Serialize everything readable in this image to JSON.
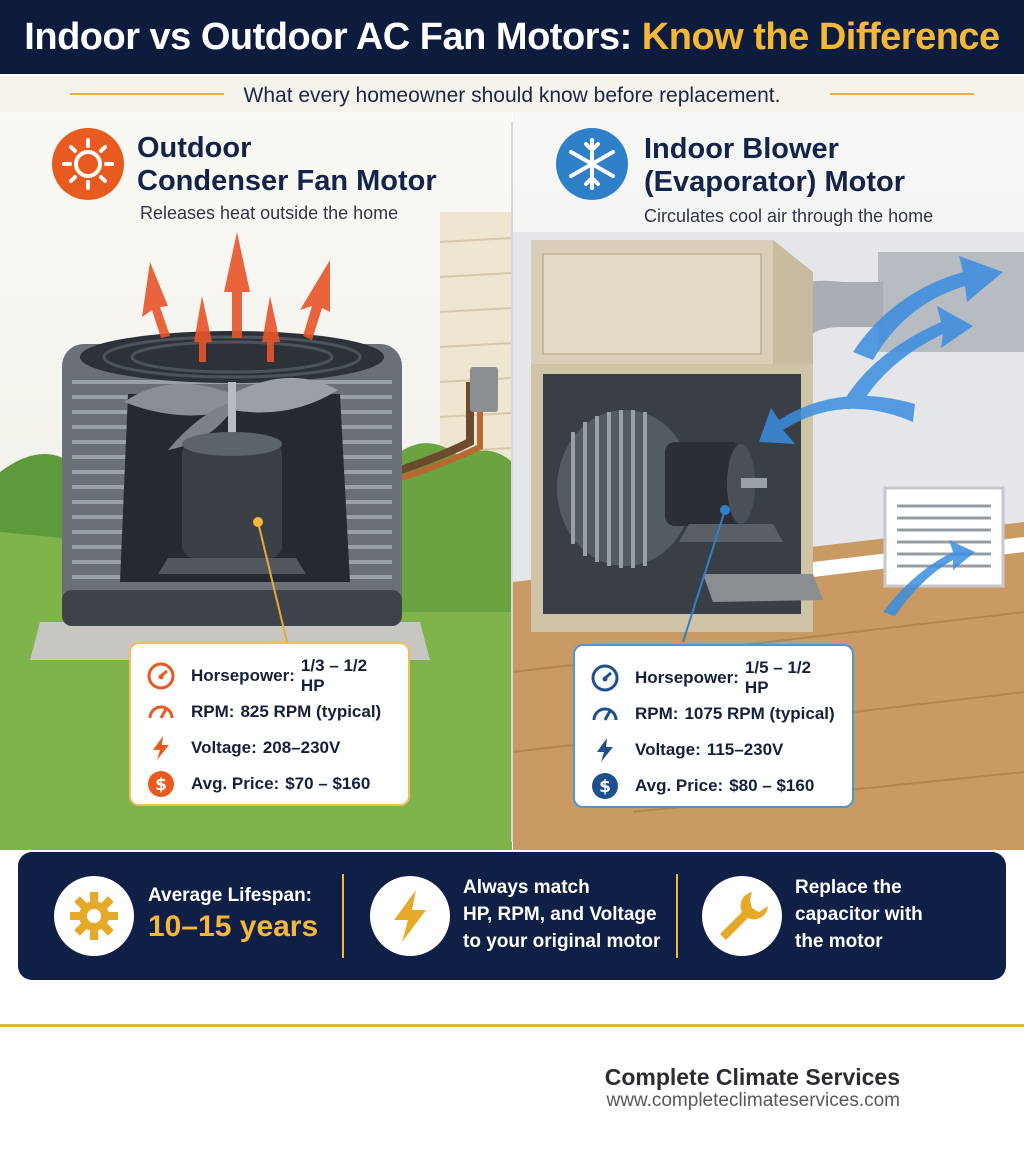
{
  "header": {
    "title_main": "Indoor vs Outdoor AC Fan Motors: ",
    "title_accent": "Know the Difference",
    "subtitle": "What every homeowner should know before replacement."
  },
  "outdoor": {
    "icon": "sun-icon",
    "title_line1": "Outdoor",
    "title_line2": "Condenser Fan Motor",
    "description": "Releases heat outside the home",
    "specs": [
      {
        "icon": "gauge-icon",
        "label": "Horsepower:",
        "value": "1/3 – 1/2 HP"
      },
      {
        "icon": "speedometer-icon",
        "label": "RPM:",
        "value": "825 RPM (typical)"
      },
      {
        "icon": "lightning-icon",
        "label": "Voltage:",
        "value": "208–230V"
      },
      {
        "icon": "dollar-icon",
        "label": "Avg. Price:",
        "value": "$70 – $160"
      }
    ],
    "accent_color": "#e85a1f"
  },
  "indoor": {
    "icon": "snowflake-icon",
    "title_line1": "Indoor Blower",
    "title_line2": "(Evaporator) Motor",
    "description": "Circulates cool air through the home",
    "specs": [
      {
        "icon": "gauge-icon",
        "label": "Horsepower:",
        "value": "1/5 – 1/2 HP"
      },
      {
        "icon": "speedometer-icon",
        "label": "RPM:",
        "value": "1075 RPM (typical)"
      },
      {
        "icon": "lightning-icon",
        "label": "Voltage:",
        "value": "115–230V"
      },
      {
        "icon": "dollar-icon",
        "label": "Avg. Price:",
        "value": "$80 – $160"
      }
    ],
    "accent_color": "#1f4f8c"
  },
  "banner": {
    "lifespan_label": "Average Lifespan:",
    "lifespan_value": "10–15 years",
    "match_line1": "Always match",
    "match_line2": "HP, RPM, and Voltage",
    "match_line3": "to your original motor",
    "capacitor_line1": "Replace the",
    "capacitor_line2": "capacitor with",
    "capacitor_line3": "the motor",
    "icons": [
      "gear-icon",
      "lightning-icon",
      "wrench-icon"
    ]
  },
  "footer": {
    "company": "Complete Climate Services",
    "website": "www.completeclimateservices.com"
  },
  "colors": {
    "navy": "#0d1b3d",
    "gold": "#f4b738",
    "orange": "#e85a1f",
    "blue": "#2f80c8"
  }
}
